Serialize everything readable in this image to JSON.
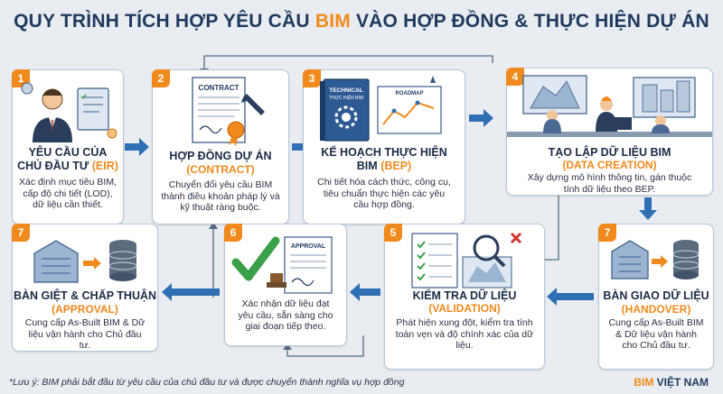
{
  "title": {
    "prefix": "QUY TRÌNH TÍCH HỢP YÊU CẦU ",
    "accent": "BIM",
    "suffix": " VÀO HỢP ĐỒNG & THỰC HIỆN DỰ ÁN"
  },
  "steps": [
    {
      "num": "1",
      "title": "YÊU CẦU CỦA",
      "title2": "CHỦ ĐẦU TƯ",
      "sub": "(EIR)",
      "desc": "Xác định mục tiêu BIM, cấp độ chi tiết (LOD), dữ liệu cần thiết."
    },
    {
      "num": "2",
      "title": "HỢP ĐỒNG DỰ ÁN",
      "sub": "(CONTRACT)",
      "desc": "Chuyển đổi yêu cầu BIM thành điều khoản pháp lý và kỹ thuật ràng buộc.",
      "doc_label": "CONTRACT"
    },
    {
      "num": "3",
      "title": "KẾ HOẠCH THỰC HIỆN",
      "title2": "BIM",
      "sub": "(BEP)",
      "desc": "Chi tiết hóa cách thức, công cụ, tiêu chuẩn thực hiện các yêu cầu hợp đồng.",
      "book_label1": "TECHNICAL",
      "book_label2": "THỰC HIỆN BIM",
      "roadmap_label": "ROADMAP"
    },
    {
      "num": "4",
      "title": "TẠO LẬP DỮ LIỆU BIM",
      "sub": "(DATA CREATION)",
      "desc": "Xây dựng mô hình thông tin, gán thuộc tính dữ liệu theo BEP."
    },
    {
      "num": "5",
      "title": "KIỂM TRA DỮ LIỆU",
      "sub": "(VALIDATION)",
      "desc": "Phát hiện xung đột, kiểm tra tính toàn vẹn và độ chính xác của dữ liệu."
    },
    {
      "num": "6",
      "title": "",
      "sub": "",
      "desc": "Xác nhận dữ liệu đạt yêu cầu, sẵn sàng cho giai đoạn tiếp theo.",
      "doc_label": "APPROVAL"
    },
    {
      "num": "7",
      "title": "BÀN GIAO DỮ LIỆU",
      "sub": "(HANDOVER)",
      "desc": "Cung cấp As-Built BIM & Dữ liệu vận hành cho Chủ đầu tư."
    },
    {
      "num": "7",
      "title": "BÀN GIỆT & CHẤP THUẬN",
      "sub": "(APPROVAL)",
      "desc": "Cung cấp As-Built BIM & Dữ liệu vận hành cho Chủ đầu tư."
    }
  ],
  "footnote": "*Lưu ý: BIM phải bắt đầu từ yêu cầu của chủ đầu tư và được chuyển thành nghĩa vụ hợp đồng",
  "brand": {
    "part1": "BIM",
    "part2": " VIỆT NAM"
  },
  "colors": {
    "accent": "#f08a1c",
    "navy": "#1f3a5f",
    "arrow": "#2f6fb4"
  }
}
